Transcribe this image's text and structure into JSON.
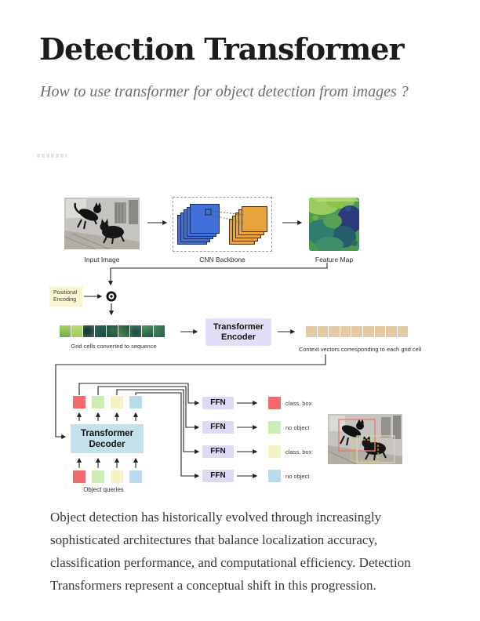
{
  "article": {
    "title": "Detection Transformer",
    "subtitle": "How to use transformer for object detection from images ?",
    "body_paragraph": "Object detection has historically evolved through increasingly sophisticated architectures that balance localization accuracy, classification performance, and computational efficiency. Detection Transformers represent a conceptual shift in this progression."
  },
  "diagram": {
    "stage1": {
      "input_image_label": "Input Image",
      "cnn_backbone_label": "CNN Backbone",
      "feature_map_label": "Feature Map"
    },
    "stage2": {
      "positional_encoding_line1": "Positional",
      "positional_encoding_line2": "Encoding",
      "grid_cells_caption": "Grid cells converted to sequence",
      "encoder_line1": "Transformer",
      "encoder_line2": "Encoder",
      "context_vectors_caption": "Context vectors corresponding to each grid cell"
    },
    "stage3": {
      "decoder_line1": "Transformer",
      "decoder_line2": "Decoder",
      "object_queries_caption": "Object queries",
      "ffn_label": "FFN",
      "ffn_outputs": [
        {
          "color": "#f4696a",
          "label": "class, box"
        },
        {
          "color": "#cdedb5",
          "label": "no object"
        },
        {
          "color": "#f7f2c4",
          "label": "class, box"
        },
        {
          "color": "#b9dcec",
          "label": "no object"
        }
      ]
    },
    "colors": {
      "cnn_blue": "#4170d8",
      "cnn_orange": "#e8a33d",
      "positional_encoding_bg": "#faf5ce",
      "encoder_bg": "#e2def8",
      "decoder_bg": "#c3e0eb",
      "ffn_bg": "#dedaf5",
      "context_vector": "#e3caa5",
      "query_red": "#f4696a",
      "query_green": "#cdedb5",
      "query_yellow": "#f7f2c4",
      "query_blue": "#b9dcec",
      "detection_box_red": "#e87a7a",
      "detection_box_tan": "#d9d0b0",
      "detection_box_yellow": "#e6d84a"
    }
  }
}
